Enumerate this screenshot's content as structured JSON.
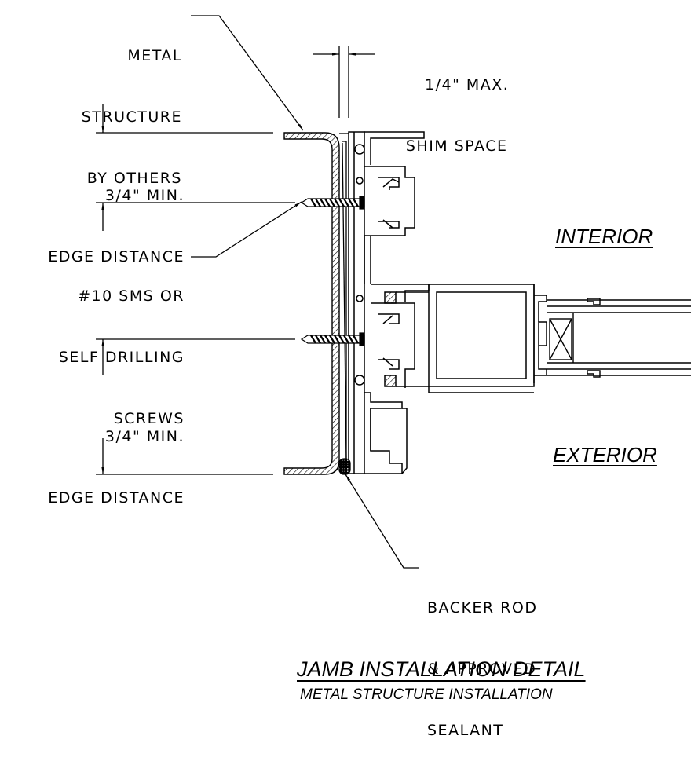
{
  "labels": {
    "metal_structure": [
      "METAL",
      "STRUCTURE",
      "BY OTHERS"
    ],
    "shim_space": [
      "1/4\" MAX.",
      "SHIM SPACE"
    ],
    "edge_distance_top": [
      "3/4\" MIN.",
      "EDGE DISTANCE"
    ],
    "screws": [
      "#10 SMS OR",
      "SELF DRILLING",
      "SCREWS"
    ],
    "edge_distance_bottom": [
      "3/4\" MIN.",
      "EDGE DISTANCE"
    ],
    "backer_rod": [
      "BACKER ROD",
      "& APPROVED",
      "SEALANT"
    ]
  },
  "sides": {
    "interior": "INTERIOR",
    "exterior": "EXTERIOR"
  },
  "title": {
    "main": "JAMB INSTALLATION DETAIL",
    "sub": "METAL STRUCTURE INSTALLATION"
  }
}
